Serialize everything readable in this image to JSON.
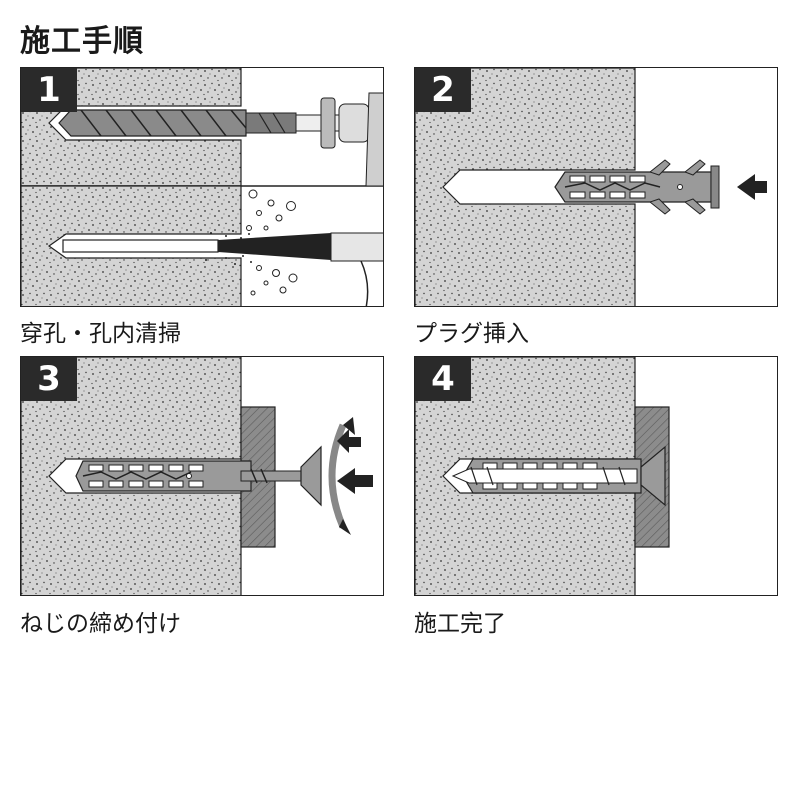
{
  "title": "施工手順",
  "steps": [
    {
      "number": "1",
      "caption": "穿孔・孔内清掃"
    },
    {
      "number": "2",
      "caption": "プラグ挿入"
    },
    {
      "number": "3",
      "caption": "ねじの締め付け"
    },
    {
      "number": "4",
      "caption": "施工完了"
    }
  ],
  "colors": {
    "concrete": "#d6d6d6",
    "dark": "#2a2a2a",
    "plug": "#9a9a9a",
    "board": "#8c8c8c"
  }
}
